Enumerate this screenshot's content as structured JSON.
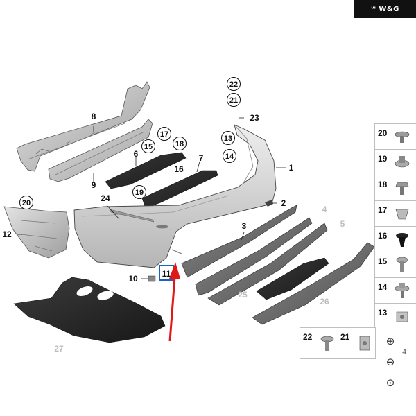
{
  "brand": {
    "logo_text": "W&G"
  },
  "diagram": {
    "callouts": [
      {
        "id": "c8",
        "label": "8",
        "style": "plain"
      },
      {
        "id": "c9",
        "label": "9",
        "style": "plain"
      },
      {
        "id": "c6",
        "label": "6",
        "style": "plain"
      },
      {
        "id": "c7",
        "label": "7",
        "style": "plain"
      },
      {
        "id": "c15",
        "label": "15",
        "style": "circle"
      },
      {
        "id": "c17",
        "label": "17",
        "style": "circle"
      },
      {
        "id": "c18",
        "label": "18",
        "style": "circle"
      },
      {
        "id": "c16",
        "label": "16",
        "style": "plain"
      },
      {
        "id": "c19",
        "label": "19",
        "style": "circle"
      },
      {
        "id": "c22",
        "label": "22",
        "style": "circle"
      },
      {
        "id": "c21",
        "label": "21",
        "style": "circle"
      },
      {
        "id": "c23",
        "label": "23",
        "style": "plain"
      },
      {
        "id": "c13",
        "label": "13",
        "style": "circle"
      },
      {
        "id": "c14",
        "label": "14",
        "style": "circle"
      },
      {
        "id": "c1",
        "label": "1",
        "style": "plain"
      },
      {
        "id": "c2",
        "label": "2",
        "style": "plain"
      },
      {
        "id": "c24",
        "label": "24",
        "style": "plain"
      },
      {
        "id": "c20",
        "label": "20",
        "style": "circle"
      },
      {
        "id": "c12",
        "label": "12",
        "style": "plain"
      },
      {
        "id": "c3",
        "label": "3",
        "style": "plain"
      },
      {
        "id": "c4",
        "label": "4",
        "style": "faded"
      },
      {
        "id": "c5",
        "label": "5",
        "style": "faded"
      },
      {
        "id": "c10",
        "label": "10",
        "style": "plain"
      },
      {
        "id": "c11",
        "label": "11",
        "style": "highlight"
      },
      {
        "id": "c25",
        "label": "25",
        "style": "faded"
      },
      {
        "id": "c26",
        "label": "26",
        "style": "faded"
      },
      {
        "id": "c27",
        "label": "27",
        "style": "faded"
      }
    ],
    "highlight_color": "#1565c0",
    "arrow_color": "#e01818"
  },
  "legend": {
    "items": [
      {
        "label": "20",
        "icon": "push-rivet-icon"
      },
      {
        "label": "19",
        "icon": "expanding-nut-icon"
      },
      {
        "label": "18",
        "icon": "hex-bolt-icon"
      },
      {
        "label": "17",
        "icon": "spring-clip-icon"
      },
      {
        "label": "16",
        "icon": "black-clip-icon"
      },
      {
        "label": "15",
        "icon": "screw-icon"
      },
      {
        "label": "14",
        "icon": "flange-bolt-icon"
      },
      {
        "label": "13",
        "icon": "clip-nut-icon"
      }
    ],
    "bottom_items": [
      {
        "label": "22",
        "icon": "collar-screw-icon"
      },
      {
        "label": "21",
        "icon": "square-nut-icon"
      }
    ],
    "fragment_text": "4"
  },
  "controls": {
    "zoom_in": "⊕",
    "zoom_out": "⊖",
    "reset": "⊙"
  }
}
